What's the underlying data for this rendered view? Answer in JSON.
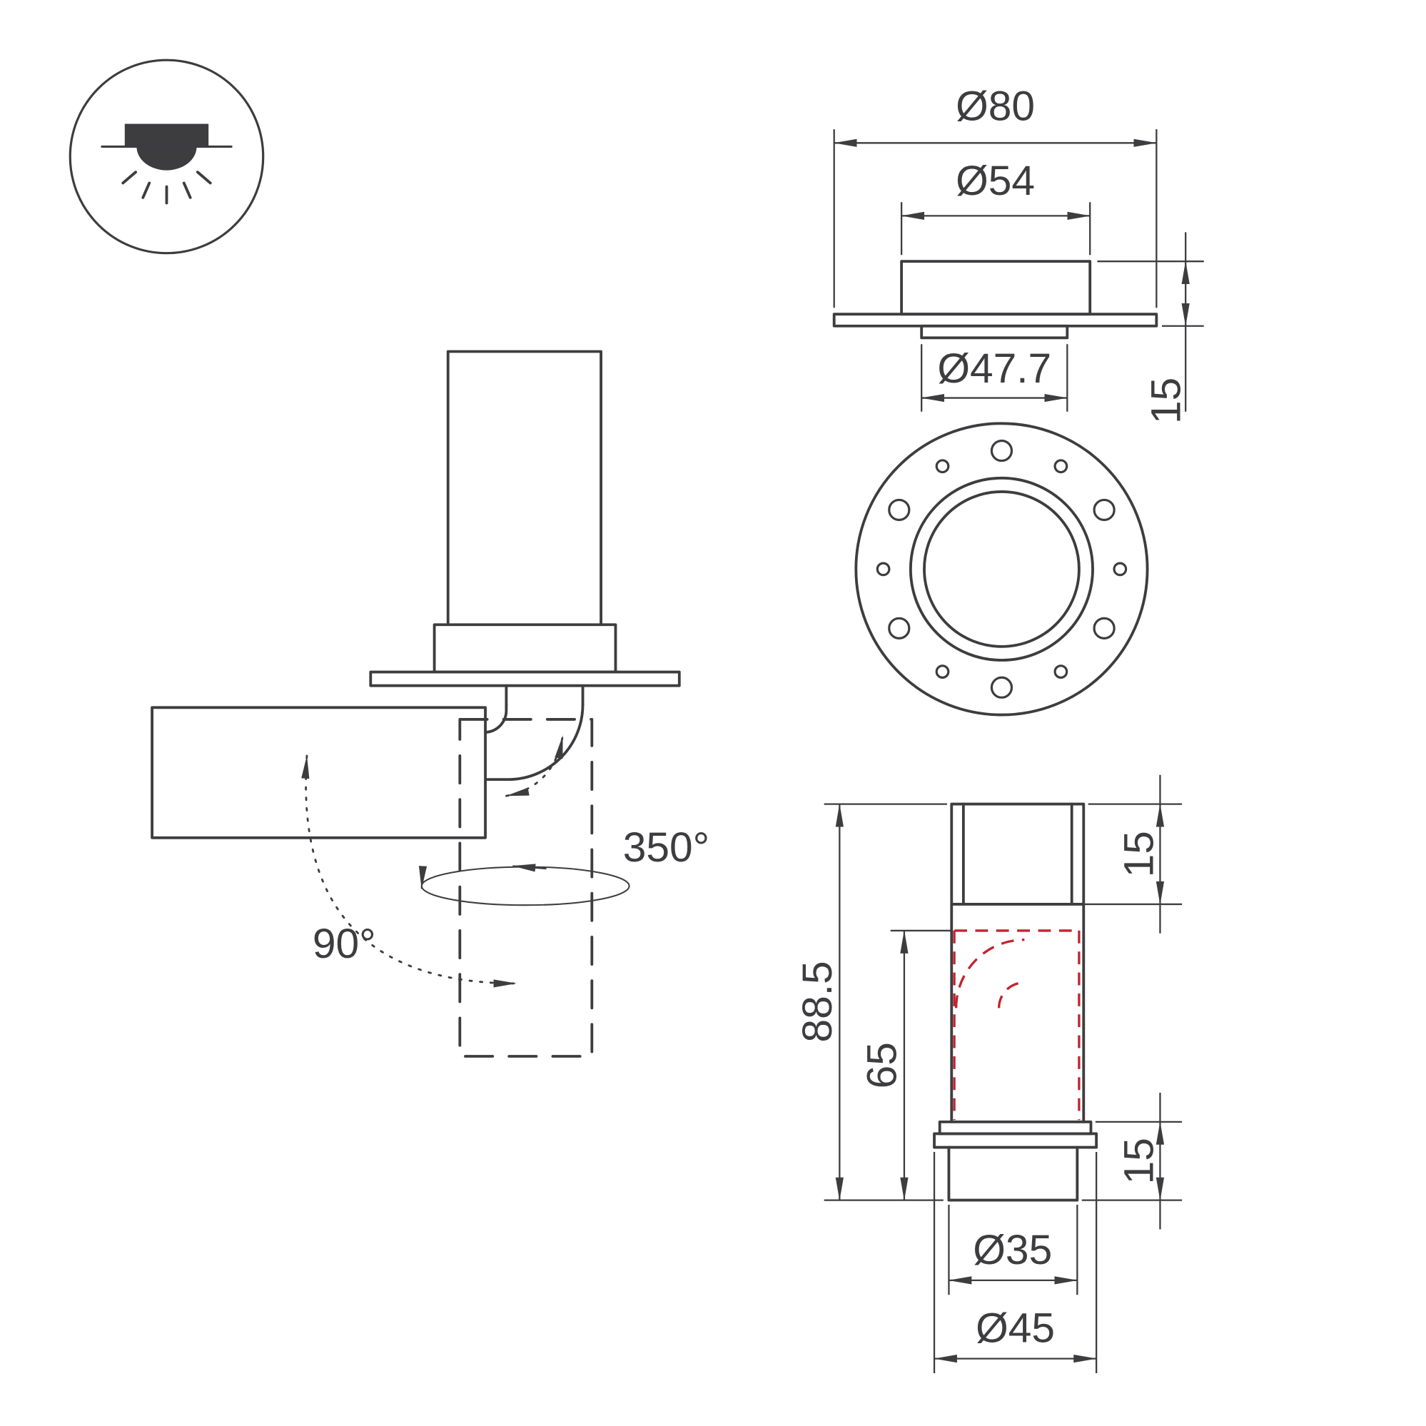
{
  "colors": {
    "c-line": "#3d3d40",
    "c-red": "#c2232e",
    "c-bg": "#ffffff"
  },
  "legend_icon": {
    "name": "recessed-downlight-icon"
  },
  "kinematics": {
    "rotation_label": "350°",
    "tilt_label": "90°"
  },
  "front_view": {
    "dia_outer": "Ø80",
    "dia_body": "Ø54",
    "dia_neck": "Ø47.7",
    "height_recess": "15"
  },
  "side_view": {
    "total_height": "88.5",
    "body_height": "65",
    "top_height": "15",
    "bottom_height": "15",
    "dia_tube": "Ø35",
    "dia_collar": "Ø45"
  }
}
